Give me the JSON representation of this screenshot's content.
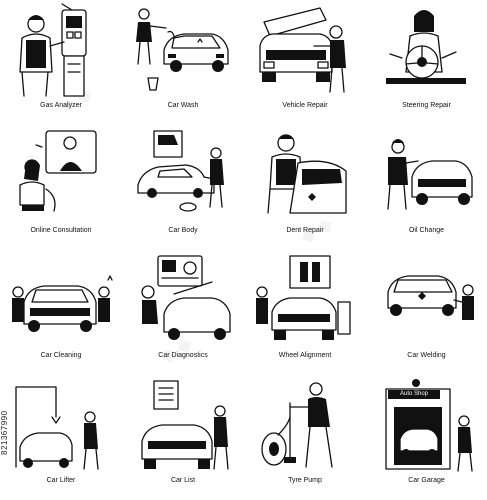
{
  "icons": [
    {
      "label": "Gas Analyzer",
      "icon": "gas-analyzer-icon"
    },
    {
      "label": "Car Wash",
      "icon": "car-wash-icon"
    },
    {
      "label": "Vehicle Repair",
      "icon": "vehicle-repair-icon"
    },
    {
      "label": "Steering Repair",
      "icon": "steering-repair-icon"
    },
    {
      "label": "Online Consultation",
      "icon": "online-consultation-icon"
    },
    {
      "label": "Car Body",
      "icon": "car-body-icon"
    },
    {
      "label": "Dent Repair",
      "icon": "dent-repair-icon"
    },
    {
      "label": "Oil Change",
      "icon": "oil-change-icon"
    },
    {
      "label": "Car Cleaning",
      "icon": "car-cleaning-icon"
    },
    {
      "label": "Car Diagnostics",
      "icon": "car-diagnostics-icon"
    },
    {
      "label": "Wheel Alignment",
      "icon": "wheel-alignment-icon"
    },
    {
      "label": "Car Welding",
      "icon": "car-welding-icon"
    },
    {
      "label": "Car Lifter",
      "icon": "car-lifter-icon"
    },
    {
      "label": "Car List",
      "icon": "car-list-icon"
    },
    {
      "label": "Tyre Pump",
      "icon": "tyre-pump-icon"
    },
    {
      "label": "Car Garage",
      "icon": "car-garage-icon"
    }
  ],
  "garage_sign": "Auto Shop",
  "stock_id": "821367990",
  "colors": {
    "ink": "#111111",
    "background": "#ffffff"
  }
}
